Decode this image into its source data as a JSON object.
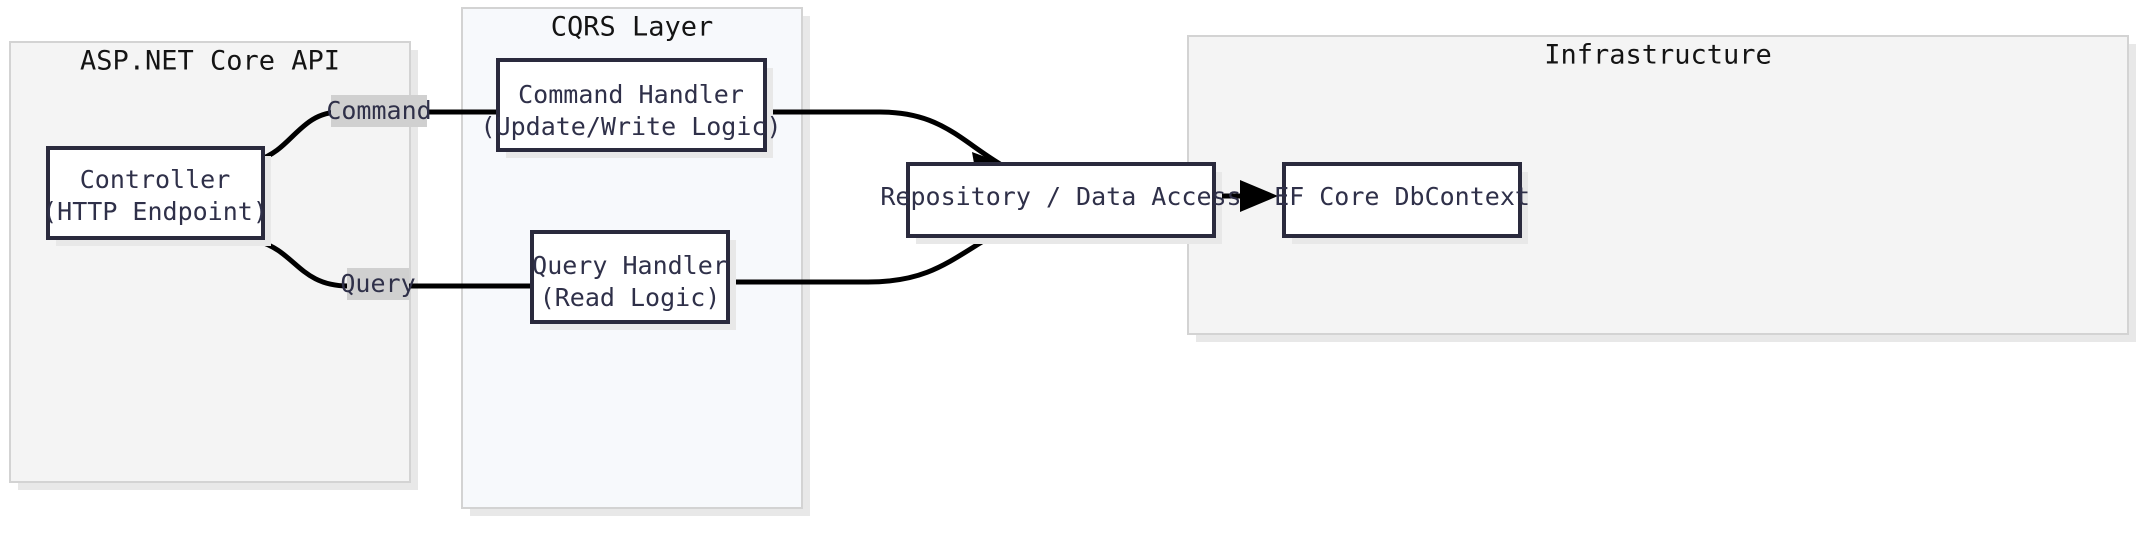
{
  "diagram": {
    "type": "flowchart",
    "direction": "left-to-right",
    "title": "CQRS architecture flow",
    "colors": {
      "cluster_api_fill": "#f4f4f4",
      "cluster_cqrs_fill": "#f7f9fc",
      "cluster_infra_fill": "#f4f4f4",
      "cluster_border": "#d3d3d3",
      "node_fill": "#ffffff",
      "node_border": "#2a2a3d",
      "node_text": "#2f3049",
      "edge_stroke": "#000000",
      "edge_label_bg": "#d0d0d0",
      "shadow": "#e8e8e8"
    },
    "clusters": [
      {
        "id": "api",
        "label": "ASP.NET Core API"
      },
      {
        "id": "cqrs",
        "label": "CQRS Layer"
      },
      {
        "id": "infra",
        "label": "Infrastructure"
      }
    ],
    "nodes": [
      {
        "id": "controller",
        "cluster": "api",
        "line1": "Controller",
        "line2": "(HTTP Endpoint)"
      },
      {
        "id": "command-handler",
        "cluster": "cqrs",
        "line1": "Command Handler",
        "line2": "(Update/Write Logic)"
      },
      {
        "id": "query-handler",
        "cluster": "cqrs",
        "line1": "Query Handler",
        "line2": "(Read Logic)"
      },
      {
        "id": "repository",
        "cluster": "infra",
        "line1": "Repository / Data Access",
        "line2": ""
      },
      {
        "id": "dbcontext",
        "cluster": "infra",
        "line1": "EF Core DbContext",
        "line2": ""
      }
    ],
    "edges": [
      {
        "id": "edge-controller-command",
        "from": "controller",
        "to": "command-handler",
        "label": "Command"
      },
      {
        "id": "edge-controller-query",
        "from": "controller",
        "to": "query-handler",
        "label": "Query"
      },
      {
        "id": "edge-command-repository",
        "from": "command-handler",
        "to": "repository",
        "label": ""
      },
      {
        "id": "edge-query-repository",
        "from": "query-handler",
        "to": "repository",
        "label": ""
      },
      {
        "id": "edge-repository-dbcontext",
        "from": "repository",
        "to": "dbcontext",
        "label": ""
      }
    ]
  }
}
